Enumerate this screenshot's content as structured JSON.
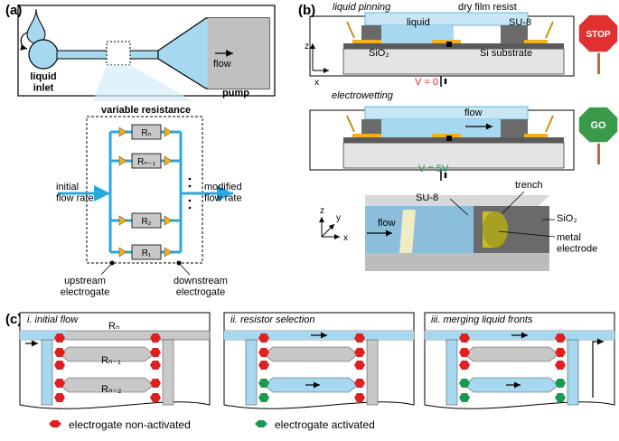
{
  "panel_a": {
    "label": "(a)",
    "liquid_inlet": "liquid\ninlet",
    "pump": "pump",
    "flow": "flow",
    "variable_resistance": "variable resistance",
    "resistors": [
      "Rₙ",
      "Rₙ₋₁",
      "R₂",
      "R₁"
    ],
    "initial_flow_rate": "initial\nflow rate",
    "modified_flow_rate": "modified\nflow rate",
    "upstream": "upstream\nelectrogate",
    "downstream": "downstream\nelectrogate"
  },
  "panel_b": {
    "label": "(b)",
    "liquid_pinning": "liquid pinning",
    "dry_film_resist": "dry film resist",
    "liquid": "liquid",
    "su8": "SU-8",
    "sio2": "SiO₂",
    "si_substrate": "Si substrate",
    "v0": "V = 0",
    "electrowetting": "electrowetting",
    "flow": "flow",
    "v5": "V = 5V",
    "stop": "STOP",
    "go": "GO",
    "axis_z": "z",
    "axis_x": "x",
    "axis_y": "y",
    "trench": "trench",
    "su8_3d": "SU-8",
    "sio2_3d": "SiO₂",
    "metal_electrode": "metal\nelectrode",
    "flow_3d": "flow"
  },
  "panel_c": {
    "label": "(c)",
    "sub1": "i. initial flow",
    "sub2": "ii. resistor selection",
    "sub3": "iii. merging liquid fronts",
    "r_n": "Rₙ",
    "r_n1": "Rₙ₋₁",
    "r_n2": "Rₙ₋₂",
    "legend_off": "electrogate non-activated",
    "legend_on": "electrogate activated"
  },
  "colors": {
    "liquid": "#a6d8f0",
    "channel_blue": "#29a8e0",
    "gate": "#f2b01e",
    "gray": "#c8c8c8",
    "red_hex": "#e02020",
    "green_hex": "#1a9a50",
    "stop": "#e03030",
    "go": "#3a9a4a"
  }
}
